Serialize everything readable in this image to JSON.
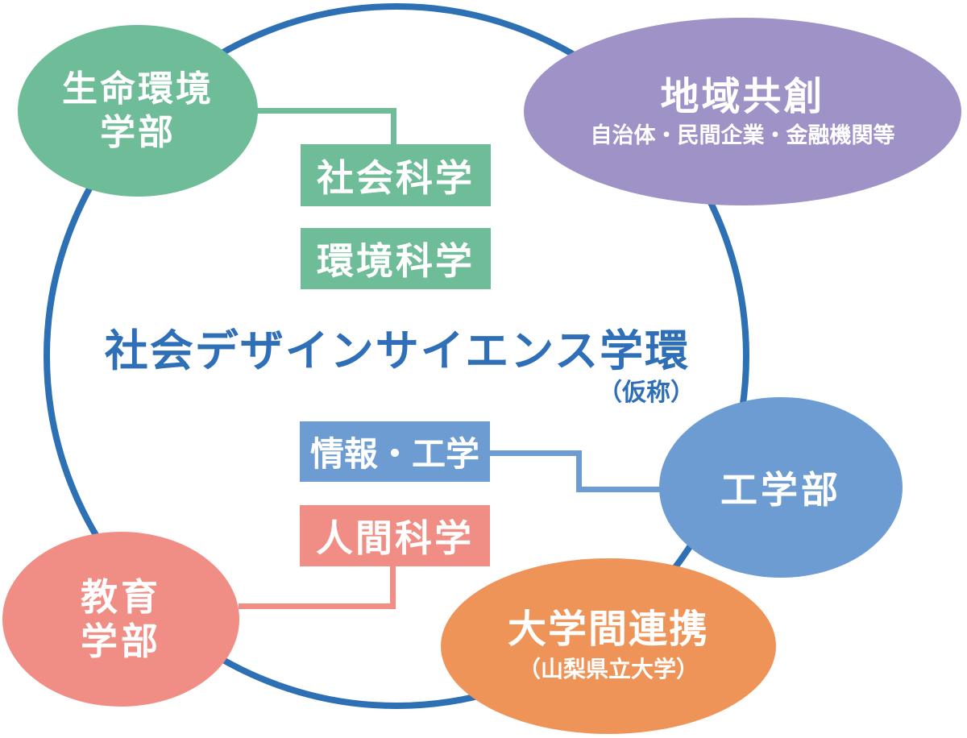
{
  "background": "#FFFFFF",
  "colors": {
    "green": "#6EBC98",
    "purple": "#9E92C7",
    "blue": "#6C9CD2",
    "salmon": "#F08E86",
    "orange": "#EF9458",
    "circle_border": "#2D71B4",
    "title_text": "#2F6FB7",
    "label_text": "#FFFFFF"
  },
  "center": {
    "title": "社会デザインサイエンス学環",
    "subtitle": "（仮称）"
  },
  "ellipses": {
    "life_environment": {
      "line1": "生命環境",
      "line2": "学部"
    },
    "regional_cocreation": {
      "title": "地域共創",
      "subtitle": "自治体・民間企業・金融機関等"
    },
    "engineering": {
      "label": "工学部"
    },
    "inter_university": {
      "title": "大学間連携",
      "subtitle": "（山梨県立大学）"
    },
    "education": {
      "line1": "教育",
      "line2": "学部"
    }
  },
  "boxes": {
    "social_science": "社会科学",
    "environmental_science": "環境科学",
    "information_engineering": "情報・工学",
    "human_science": "人間科学"
  }
}
